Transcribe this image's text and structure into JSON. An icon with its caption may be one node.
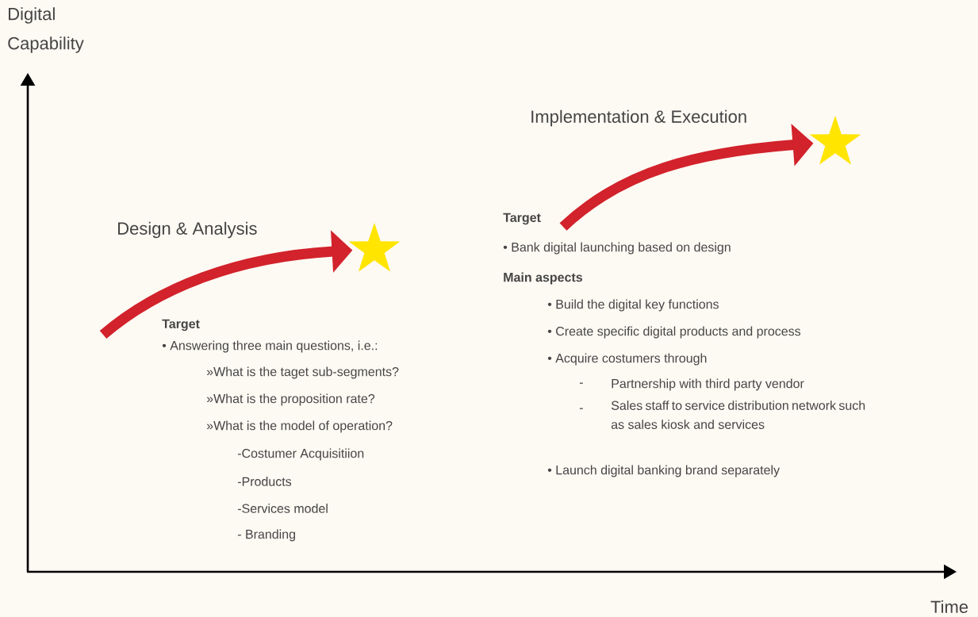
{
  "diagram": {
    "nodes": [
      {
        "text": [],
        "shape": "star"
      },
      {
        "text": [],
        "shape": "star"
      }
    ],
    "edges": [
      {
        "from": null,
        "to": 0,
        "arrow": "to"
      },
      {
        "from": null,
        "to": 1,
        "arrow": "to"
      }
    ],
    "labels": [
      "Digital Capability",
      "Design & Analysis",
      "Target",
      "• Answering three main questions, i.e.:",
      "»What is the taget sub-segments?",
      "»What is the proposition rate?",
      "»What is the model of operation?",
      "-Costumer Acquisitiion",
      "-Products",
      "-Services model",
      "- Branding",
      "Implementation & Execution",
      "Target",
      "• Bank digital launching based on design",
      "Main aspects",
      "• Build the digital key functions",
      "• Create specific digital products and process",
      "• Acquire costumers through",
      "-",
      "Partnership with third party vendor",
      "-",
      "Sales staff to service distribution network such as sales kiosk and services",
      "• Launch digital banking brand separately",
      "Time"
    ]
  }
}
